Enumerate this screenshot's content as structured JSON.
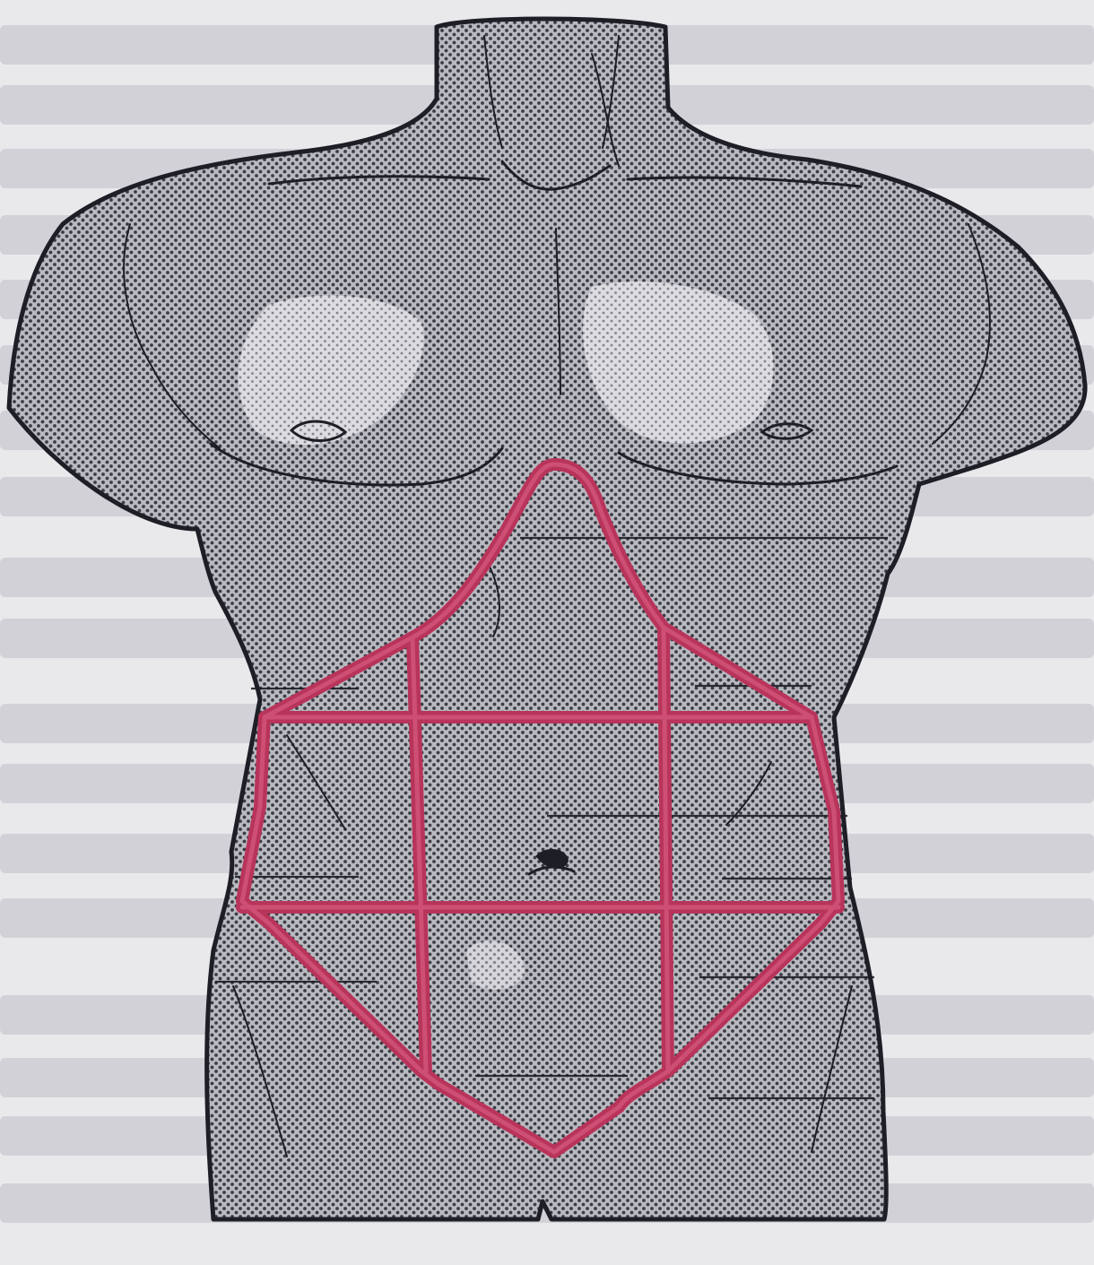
{
  "figure": {
    "description_visible_text": [],
    "colors": {
      "paper": "#e9e9ec",
      "text_bleed": "#c9cad1",
      "stipple_dot": "#3c3c46",
      "outline": "#1e1e26",
      "region_lines": "#b8345a"
    },
    "grid": {
      "columns": 3,
      "rows": 3,
      "regions_outlined": 9
    }
  }
}
